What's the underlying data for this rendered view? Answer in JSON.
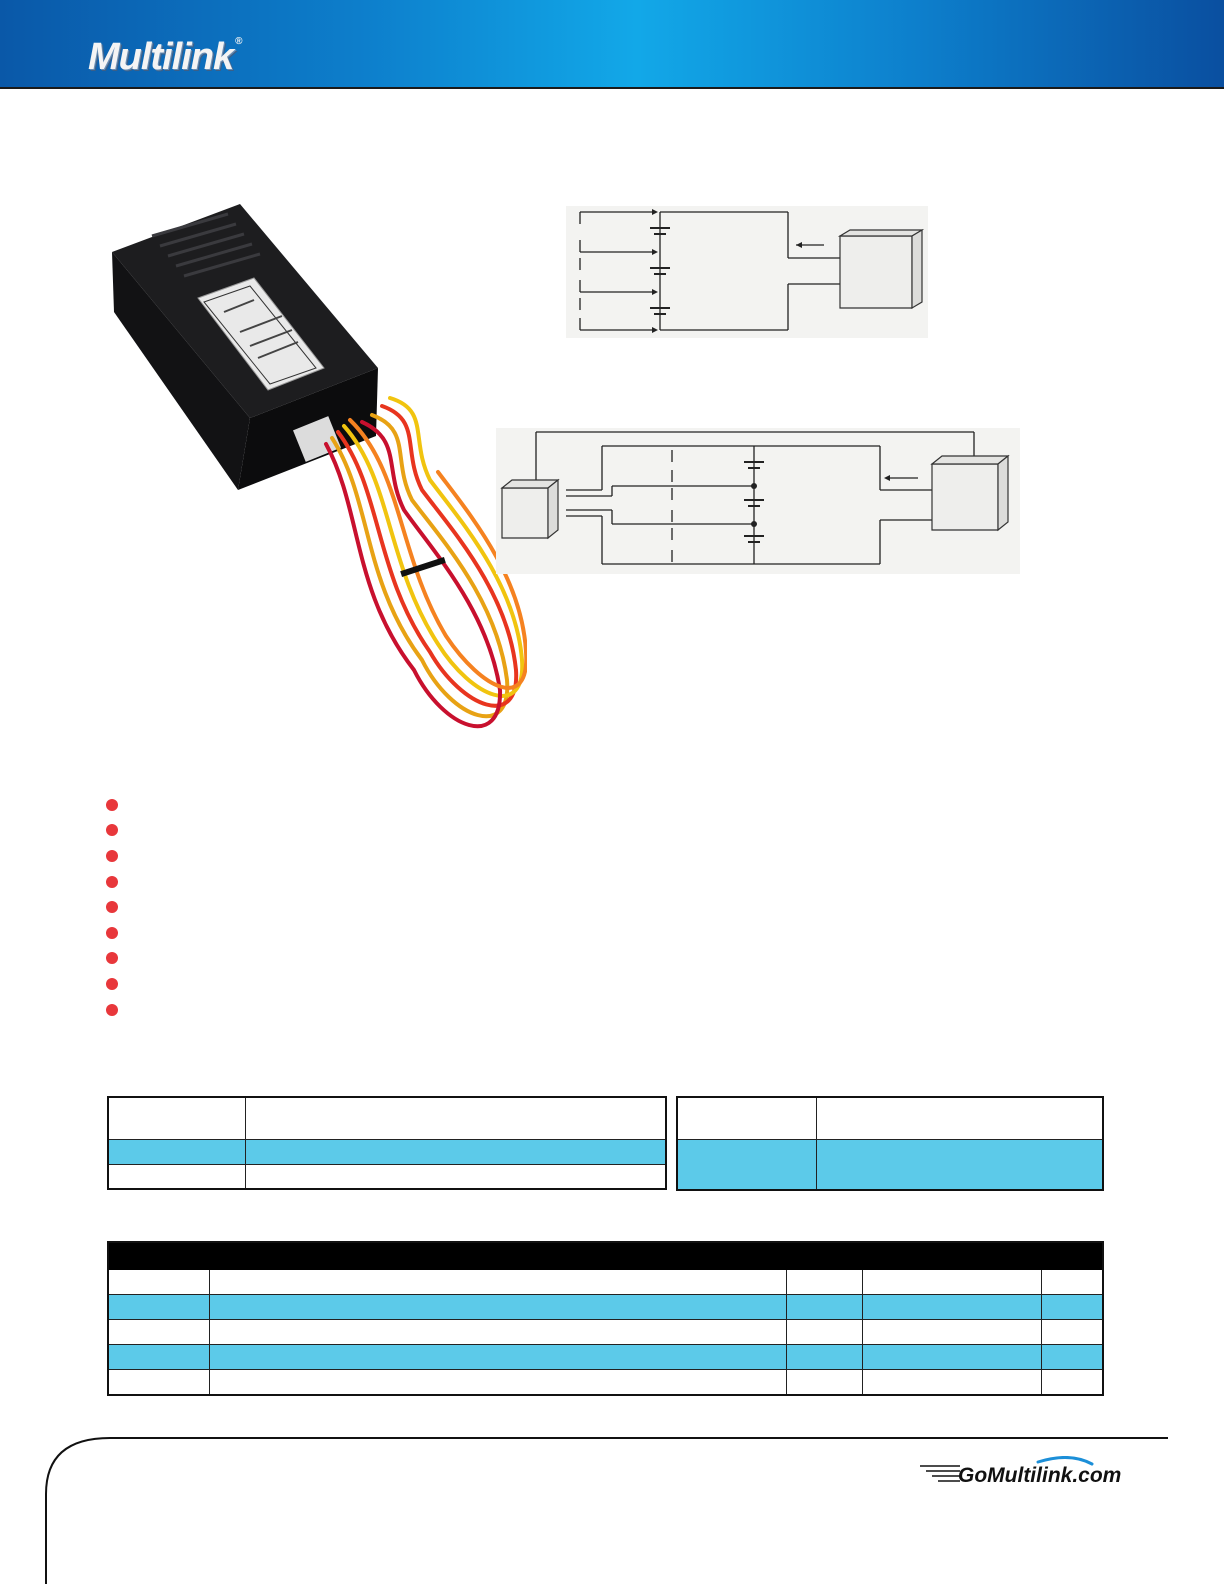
{
  "header": {
    "logo_text": "Multilink",
    "logo_mark": "®",
    "colors": {
      "dark": "#0a58a8",
      "light": "#12a8e8"
    }
  },
  "images": {
    "device_photo": "battery-balancer-device-photo",
    "diagram_series": "series-battery-wiring-diagram",
    "diagram_parallel": "parallel-battery-wiring-diagram"
  },
  "feature_list": {
    "bullet_color": "#e8373b",
    "items": [
      "",
      "",
      "",
      "",
      "",
      "",
      "",
      "",
      ""
    ]
  },
  "spec_table_left": {
    "rows": [
      {
        "c1": "",
        "c2": "",
        "highlight": false
      },
      {
        "c1": "",
        "c2": "",
        "highlight": true
      },
      {
        "c1": "",
        "c2": "",
        "highlight": false
      }
    ]
  },
  "spec_table_right": {
    "rows": [
      {
        "c1": "",
        "c2": "",
        "highlight": false
      },
      {
        "c1": "",
        "c2": "",
        "highlight": true
      }
    ]
  },
  "ordering_table": {
    "highlight_color": "#5ccae9",
    "rows": [
      {
        "c1": "",
        "c2": "",
        "c3": "",
        "c4": "",
        "c5": "",
        "highlight": false
      },
      {
        "c1": "",
        "c2": "",
        "c3": "",
        "c4": "",
        "c5": "",
        "highlight": true
      },
      {
        "c1": "",
        "c2": "",
        "c3": "",
        "c4": "",
        "c5": "",
        "highlight": false
      },
      {
        "c1": "",
        "c2": "",
        "c3": "",
        "c4": "",
        "c5": "",
        "highlight": true
      },
      {
        "c1": "",
        "c2": "",
        "c3": "",
        "c4": "",
        "c5": "",
        "highlight": false
      }
    ]
  },
  "footer": {
    "website": "GoMultilink.com"
  }
}
